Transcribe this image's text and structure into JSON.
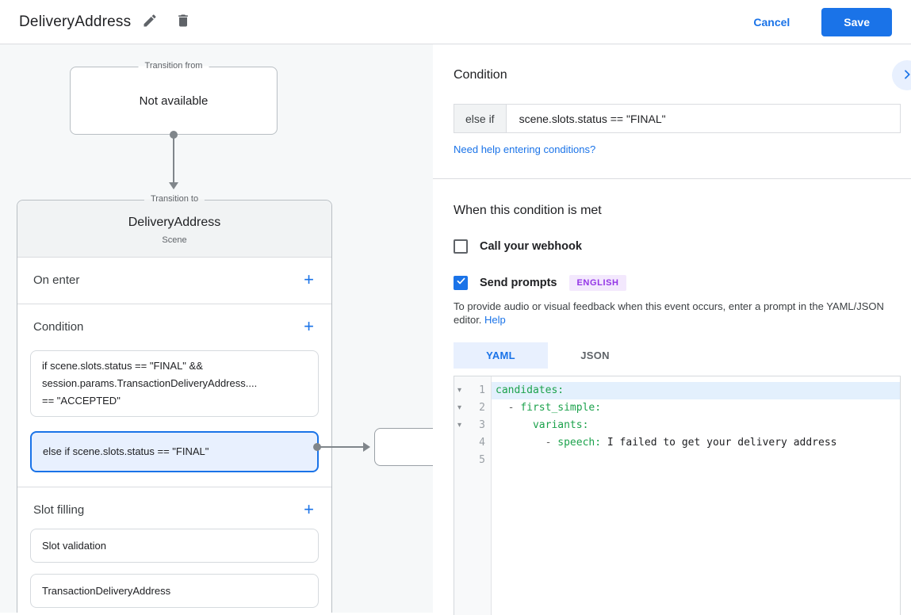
{
  "header": {
    "title": "DeliveryAddress",
    "cancel": "Cancel",
    "save": "Save"
  },
  "flow": {
    "transition_from": {
      "legend": "Transition from",
      "content": "Not available"
    },
    "scene_card": {
      "legend": "Transition to",
      "title": "DeliveryAddress",
      "subtitle": "Scene",
      "on_enter": {
        "label": "On enter",
        "add": "+"
      },
      "condition": {
        "label": "Condition",
        "add": "+",
        "items": [
          {
            "text": "if scene.slots.status == \"FINAL\" &&\nsession.params.TransactionDeliveryAddress....\n== \"ACCEPTED\"",
            "selected": false
          },
          {
            "text": "else if scene.slots.status == \"FINAL\"",
            "selected": true
          }
        ]
      },
      "slot_filling": {
        "label": "Slot filling",
        "add": "+",
        "items": [
          {
            "label": "Slot validation"
          },
          {
            "label": "TransactionDeliveryAddress"
          }
        ]
      }
    }
  },
  "panel": {
    "title": "Condition",
    "condition_row": {
      "prefix": "else if",
      "value": "scene.slots.status == \"FINAL\""
    },
    "help_link": "Need help entering conditions?",
    "section_title": "When this condition is met",
    "webhook": {
      "label": "Call your webhook",
      "checked": false
    },
    "send_prompts": {
      "label": "Send prompts",
      "checked": true,
      "badge": "ENGLISH"
    },
    "description": "To provide audio or visual feedback when this event occurs, enter a prompt in the YAML/JSON editor. ",
    "description_link": "Help",
    "tabs": [
      {
        "label": "YAML",
        "active": true
      },
      {
        "label": "JSON",
        "active": false
      }
    ],
    "editor": {
      "lines": [
        {
          "num": "1",
          "fold": true,
          "highlight": true,
          "segments": [
            {
              "t": "candidates:",
              "c": "key"
            }
          ]
        },
        {
          "num": "2",
          "fold": true,
          "highlight": false,
          "segments": [
            {
              "t": "  ",
              "c": "plain"
            },
            {
              "t": "- ",
              "c": "dash"
            },
            {
              "t": "first_simple:",
              "c": "key"
            }
          ]
        },
        {
          "num": "3",
          "fold": true,
          "highlight": false,
          "segments": [
            {
              "t": "      ",
              "c": "plain"
            },
            {
              "t": "variants:",
              "c": "key"
            }
          ]
        },
        {
          "num": "4",
          "fold": false,
          "highlight": false,
          "segments": [
            {
              "t": "        ",
              "c": "plain"
            },
            {
              "t": "- ",
              "c": "dash"
            },
            {
              "t": "speech:",
              "c": "key"
            },
            {
              "t": " I failed to get your delivery address",
              "c": "plain"
            }
          ]
        },
        {
          "num": "5",
          "fold": false,
          "highlight": false,
          "segments": []
        }
      ]
    }
  },
  "colors": {
    "accent_blue": "#1a73e8",
    "selected_condition_bg": "#e8f0fe",
    "badge_purple": "#9334e6",
    "code_key_green": "#1ca24c",
    "line_highlight": "#e3f0fd"
  }
}
